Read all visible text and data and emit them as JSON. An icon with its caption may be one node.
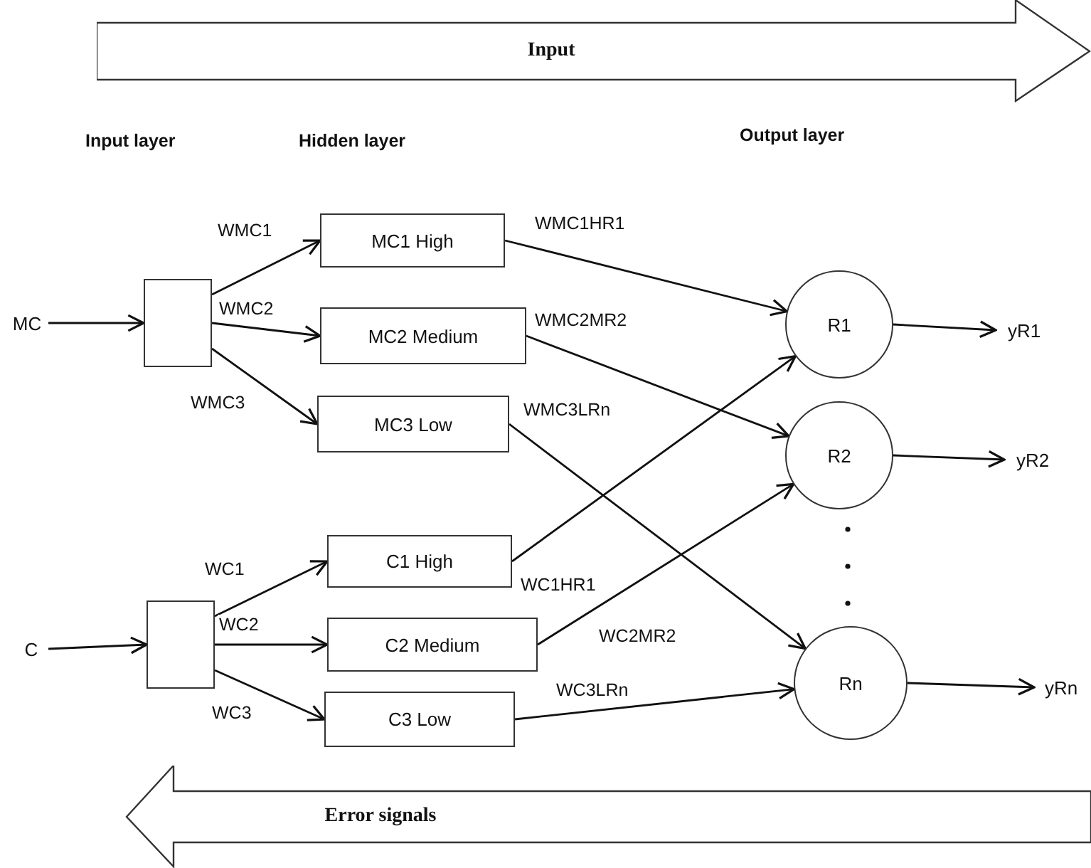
{
  "diagram": {
    "nodes": [
      {
        "text": [
          "Input"
        ]
      },
      {
        "text": [
          "MC"
        ]
      },
      {
        "text": [],
        "shape": "box"
      },
      {
        "text": [
          "MC1 High"
        ]
      },
      {
        "text": [
          "MC2 Medium"
        ]
      },
      {
        "text": [
          "MC3 Low"
        ]
      },
      {
        "text": [
          "R1"
        ]
      },
      {
        "text": [
          "yR1"
        ]
      },
      {
        "text": [
          "R2"
        ]
      },
      {
        "text": [
          "yR2"
        ]
      },
      {
        "text": [
          "C"
        ]
      },
      {
        "text": [],
        "shape": "box"
      },
      {
        "text": [
          "C1 High"
        ]
      },
      {
        "text": [
          "C2 Medium"
        ]
      },
      {
        "text": [
          "C3 Low"
        ]
      },
      {
        "text": [
          "Rn"
        ]
      },
      {
        "text": [
          "yRn"
        ]
      },
      {
        "text": [
          "Error signals"
        ]
      }
    ],
    "edges": [
      {
        "from": 1,
        "to": 2,
        "arrow": "to"
      },
      {
        "from": 2,
        "to": 3,
        "arrow": "to",
        "label": "WMC1"
      },
      {
        "from": 2,
        "to": 4,
        "arrow": "to",
        "label": "WMC2"
      },
      {
        "from": 2,
        "to": 5,
        "arrow": "to",
        "label": "WMC3"
      },
      {
        "from": 3,
        "to": 6,
        "arrow": "to",
        "label": "WMC1HR1"
      },
      {
        "from": 4,
        "to": 8,
        "arrow": "to",
        "label": "WMC2MR2"
      },
      {
        "from": 5,
        "to": 15,
        "arrow": "to",
        "label": "WMC3LRn"
      },
      {
        "from": 6,
        "to": 7,
        "arrow": "to"
      },
      {
        "from": 8,
        "to": 9,
        "arrow": "to"
      },
      {
        "from": 10,
        "to": 11,
        "arrow": "to"
      },
      {
        "from": 11,
        "to": 12,
        "arrow": "to",
        "label": "WC1"
      },
      {
        "from": 11,
        "to": 13,
        "arrow": "to",
        "label": "WC2"
      },
      {
        "from": 11,
        "to": 14,
        "arrow": "to",
        "label": "WC3"
      },
      {
        "from": 12,
        "to": 6,
        "arrow": "to",
        "label": "WC1HR1"
      },
      {
        "from": 13,
        "to": 8,
        "arrow": "to",
        "label": "WC2MR2"
      },
      {
        "from": 14,
        "to": 15,
        "arrow": "to",
        "label": "WC3LRn"
      },
      {
        "from": 15,
        "to": 16,
        "arrow": "to"
      }
    ],
    "labels": [
      "Input layer",
      "Hidden layer",
      "Output layer"
    ]
  }
}
